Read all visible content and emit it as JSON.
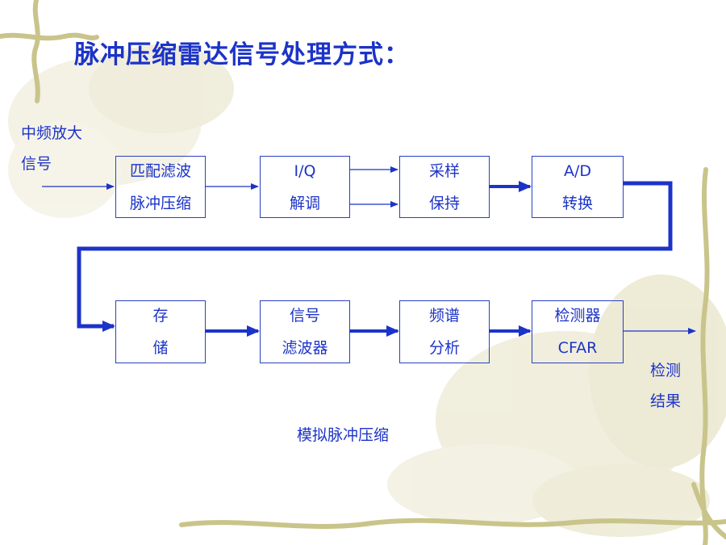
{
  "title": "脉冲压缩雷达信号处理方式：",
  "input_label": [
    "中频放大",
    "信号"
  ],
  "output_label": [
    "检测",
    "结果"
  ],
  "boxes": {
    "matched_filter": [
      "匹配滤波",
      "脉冲压缩"
    ],
    "iq": [
      "I/Q",
      "解调"
    ],
    "sample_hold": [
      "采样",
      "保持"
    ],
    "ad": [
      "A/D",
      "转换"
    ],
    "storage": [
      "存",
      "储"
    ],
    "signal_filter": [
      "信号",
      "滤波器"
    ],
    "spectrum": [
      "频谱",
      "分析"
    ],
    "cfar": [
      "检测器",
      "CFAR"
    ]
  },
  "caption": "模拟脉冲压缩",
  "colors": {
    "text": "#1c33c8",
    "arrow": "#1c33c8",
    "background_vine": "#c9c48a",
    "background_flower": "#e6e2c4"
  }
}
